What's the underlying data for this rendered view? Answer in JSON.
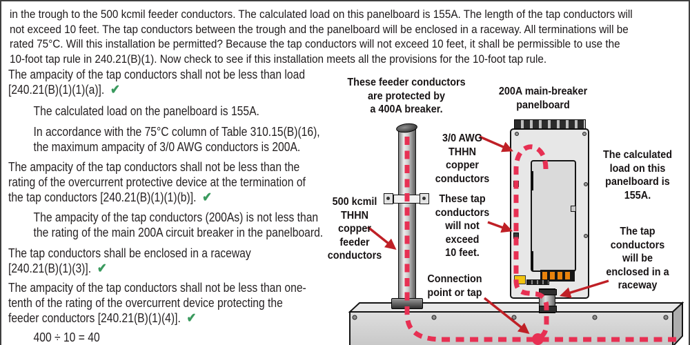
{
  "colors": {
    "conductor_red": "#e73053",
    "arrow_red": "#bf2026",
    "check_green": "#3a9a5e",
    "text": "#1e1a1b",
    "breaker_orange": "#e8820c",
    "sticker_yellow": "#f2c410"
  },
  "icons": {
    "check": "✔"
  },
  "intro": {
    "text": "in the trough to the 500 kcmil feeder conductors. The calculated load on this panelboard is 155A. The length of the tap conductors will\nnot exceed 10 feet. The tap conductors between the trough and the panelboard will be enclosed in a raceway. All terminations will be\nrated 75°C. Will this installation be permitted? Because the tap conductors will not exceed 10 feet, it shall be permissible to use the\n10-foot tap rule in 240.21(B)(1). Now check to see if this installation meets all the provisions for the 10-foot tap rule."
  },
  "provisions": [
    {
      "text": "The ampacity of the tap conductors shall not be less than load\n[240.21(B)(1)(1)(a)]."
    },
    {
      "text": "The calculated load on the panelboard is 155A."
    },
    {
      "text": "In accordance with the 75°C column of Table 310.15(B)(16),\nthe maximum ampacity of 3/0 AWG conductors is 200A."
    },
    {
      "text": "The ampacity of the tap conductors shall not be less than the\nrating of the overcurrent protective device at the termination of\nthe tap conductors [240.21(B)(1)(1)(b)]."
    },
    {
      "text": "The ampacity of the tap conductors (200As) is not less than\nthe rating of the main 200A circuit breaker in the panelboard."
    },
    {
      "text": "The tap conductors shall be enclosed in a raceway\n[240.21(B)(1)(3)]."
    },
    {
      "text": "The ampacity of the tap conductors shall not be less than one-\ntenth of the rating of the overcurrent device protecting the\nfeeder conductors [240.21(B)(1)(4)]."
    },
    {
      "text": "400 ÷ 10 = 40"
    }
  ],
  "diagram": {
    "labels": {
      "feeder_protected": "These feeder conductors\nare protected by\na 400A breaker.",
      "panelboard": "200A main-breaker\npanelboard",
      "awg": "3/0 AWG\nTHHN\ncopper\nconductors",
      "tap_length": "These tap\nconductors\nwill not\nexceed\n10 feet.",
      "kcmil": "500 kcmil\nTHHN\ncopper\nfeeder\nconductors",
      "connection": "Connection\npoint or tap",
      "calc_load": "The calculated\nload on this\npanelboard is\n155A.",
      "raceway": "The tap\nconductors\nwill be\nenclosed in a\nraceway"
    }
  }
}
